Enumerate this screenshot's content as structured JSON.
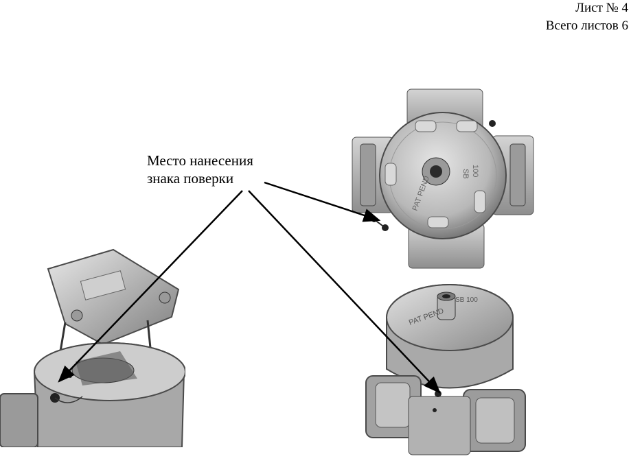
{
  "header": {
    "sheet_number": "Лист № 4",
    "sheet_total": "Всего листов 6"
  },
  "caption": {
    "line1": "Место нанесения",
    "line2": "знака поверки"
  },
  "photos": [
    {
      "view": "top-view",
      "markings": [
        "PAT PEND",
        "SB",
        "100"
      ]
    },
    {
      "view": "angled-view",
      "markings": [
        "PAT PEND",
        "SB",
        "100"
      ]
    },
    {
      "view": "seal-closeup",
      "markings": []
    }
  ]
}
